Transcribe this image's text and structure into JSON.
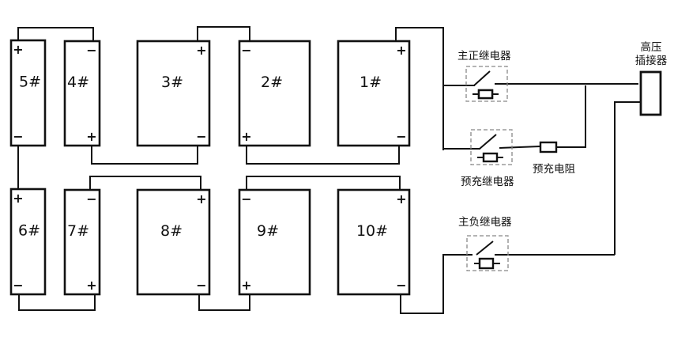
{
  "diagram": {
    "batteries": [
      {
        "id": "5",
        "label": "5#",
        "top_terminal": "+",
        "bottom_terminal": "−",
        "top_side": "left",
        "bottom_side": "left"
      },
      {
        "id": "4",
        "label": "4#",
        "top_terminal": "−",
        "bottom_terminal": "+",
        "top_side": "right",
        "bottom_side": "right"
      },
      {
        "id": "3",
        "label": "3#",
        "top_terminal": "+",
        "bottom_terminal": "−",
        "top_side": "right",
        "bottom_side": "right"
      },
      {
        "id": "2",
        "label": "2#",
        "top_terminal": "−",
        "bottom_terminal": "+",
        "top_side": "left",
        "bottom_side": "left"
      },
      {
        "id": "1",
        "label": "1#",
        "top_terminal": "+",
        "bottom_terminal": "−",
        "top_side": "right",
        "bottom_side": "right"
      },
      {
        "id": "6",
        "label": "6#",
        "top_terminal": "+",
        "bottom_terminal": "−",
        "top_side": "left",
        "bottom_side": "left"
      },
      {
        "id": "7",
        "label": "7#",
        "top_terminal": "−",
        "bottom_terminal": "+",
        "top_side": "right",
        "bottom_side": "right"
      },
      {
        "id": "8",
        "label": "8#",
        "top_terminal": "+",
        "bottom_terminal": "−",
        "top_side": "right",
        "bottom_side": "right"
      },
      {
        "id": "9",
        "label": "9#",
        "top_terminal": "−",
        "bottom_terminal": "+",
        "top_side": "left",
        "bottom_side": "left"
      },
      {
        "id": "10",
        "label": "10#",
        "top_terminal": "+",
        "bottom_terminal": "−",
        "top_side": "right",
        "bottom_side": "right"
      }
    ],
    "components": {
      "main_positive_relay": "主正继电器",
      "precharge_relay": "预充继电器",
      "precharge_resistor": "预充电阻",
      "main_negative_relay": "主负继电器",
      "hv_connector_line1": "高压",
      "hv_connector_line2": "插接器"
    },
    "colors": {
      "line": "#111111",
      "dashed_box": "#888888",
      "background": "#ffffff"
    }
  }
}
